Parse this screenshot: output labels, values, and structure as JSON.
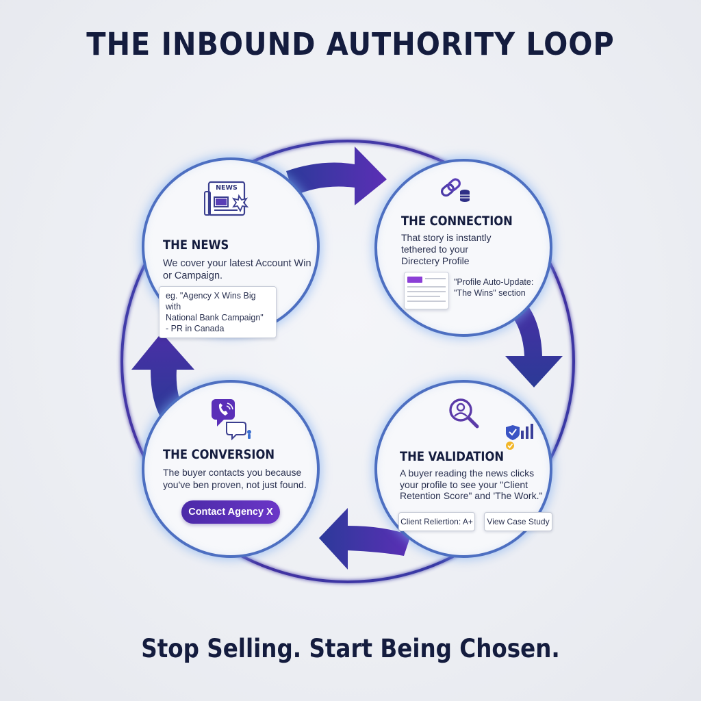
{
  "title": "THE INBOUND AUTHORITY LOOP",
  "tagline": "Stop Selling. Start Being Chosen.",
  "colors": {
    "ring": "#3b2f9a",
    "arrow": "#3d2e9e",
    "node_border": "#4d6fc1",
    "glow": "#8ab8f2",
    "button": "#5a30b8"
  },
  "nodes": {
    "news": {
      "icon_label": "NEWS",
      "title": "THE NEWS",
      "text": "We cover your latest Account Win\nor Campaign.",
      "example": "eg. \"Agency X Wins Big with\nNational Bank Campaign\"\n - PR in Canada"
    },
    "connection": {
      "title": "THE CONNECTION",
      "text": "That story is instantly\ntethered to your\nDirectery Profile",
      "note": "\"Profile Auto-Update:\n\"The Wins\" section"
    },
    "validation": {
      "title": "THE VALIDATION",
      "text": "A buyer reading the news clicks\nyour profile to see your \"Client\nRetention Score\" and 'The Work.\"",
      "chip_score": "Client Reliertion: A+",
      "chip_case": "View Case Study"
    },
    "conversion": {
      "title": "THE CONVERSION",
      "text": "The buyer contacts you because\nyou've ben proven, not just found.",
      "button": "Contact Agency X"
    }
  }
}
